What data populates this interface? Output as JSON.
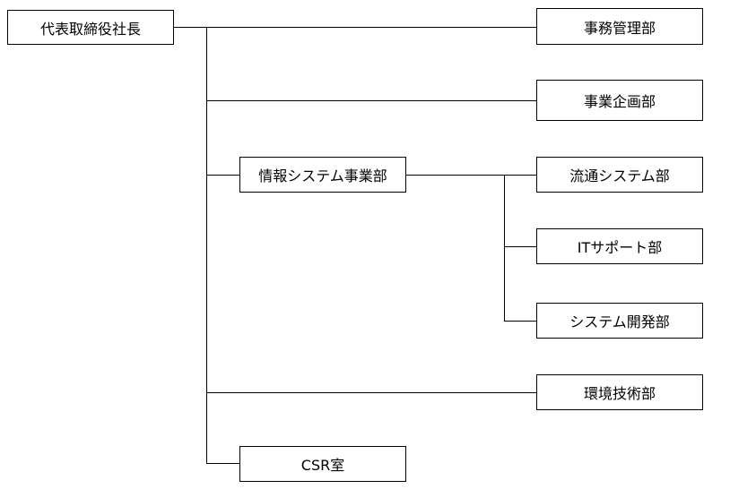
{
  "org_chart": {
    "root": "代表取締役社長",
    "departments": {
      "jimu": "事務管理部",
      "kikaku": "事業企画部",
      "joho": "情報システム事業部",
      "ryutsu": "流通システム部",
      "it_support": "ITサポート部",
      "kaihatsu": "システム開発部",
      "kankyo": "環境技術部",
      "csr": "CSR室"
    }
  },
  "colors": {
    "line": "#000000",
    "box_border": "#000000",
    "background": "#ffffff"
  }
}
